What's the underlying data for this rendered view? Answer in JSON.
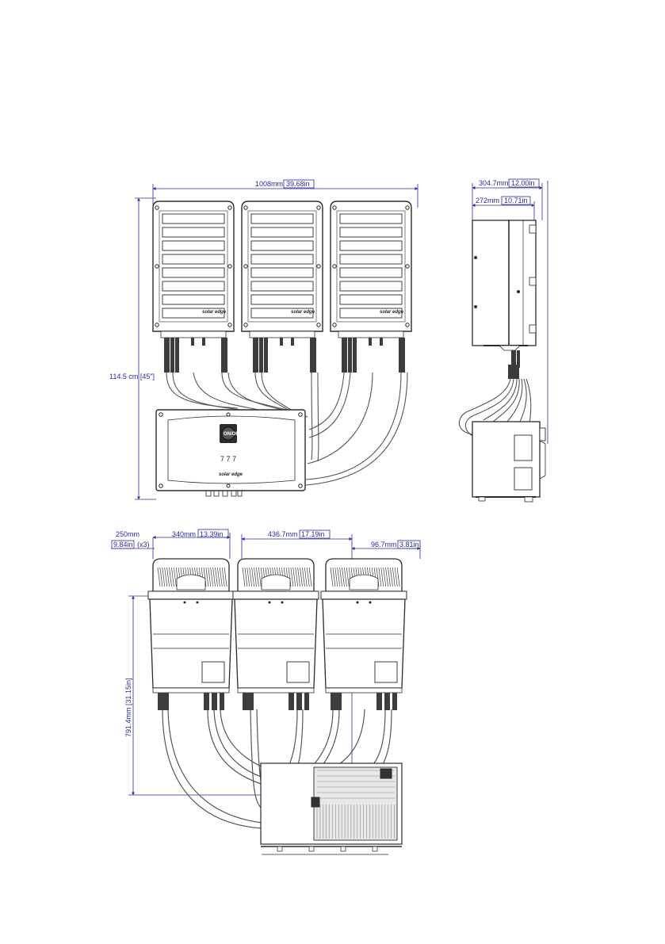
{
  "front_view": {
    "width_dim": {
      "mm": "1008mm",
      "in": "39.68in"
    },
    "height_dim": "114.5 cm [45\"]",
    "inverter_brand": "solar edge",
    "switch_label": "ON/OFF",
    "led_marks": "7 7 7",
    "box_brand": "solar edge"
  },
  "side_view": {
    "depth_dim": {
      "mm": "304.7mm",
      "in": "12.00in"
    },
    "body_dim": {
      "mm": "272mm",
      "in": "10.71in"
    }
  },
  "bottom_view": {
    "left_dim": {
      "mm": "250mm",
      "in": "9.84in",
      "note": "(x3)"
    },
    "unit_dim": {
      "mm": "340mm",
      "in": "13.39in"
    },
    "pitch_dim": {
      "mm": "436.7mm",
      "in": "17.19in"
    },
    "offset_dim": {
      "mm": "96.7mm",
      "in": "3.81in"
    },
    "height_dim": "791.4mm [31.15in]"
  },
  "colors": {
    "dimension": "#2a2aa8",
    "outline": "#2b2b2b",
    "cable": "#555555"
  }
}
